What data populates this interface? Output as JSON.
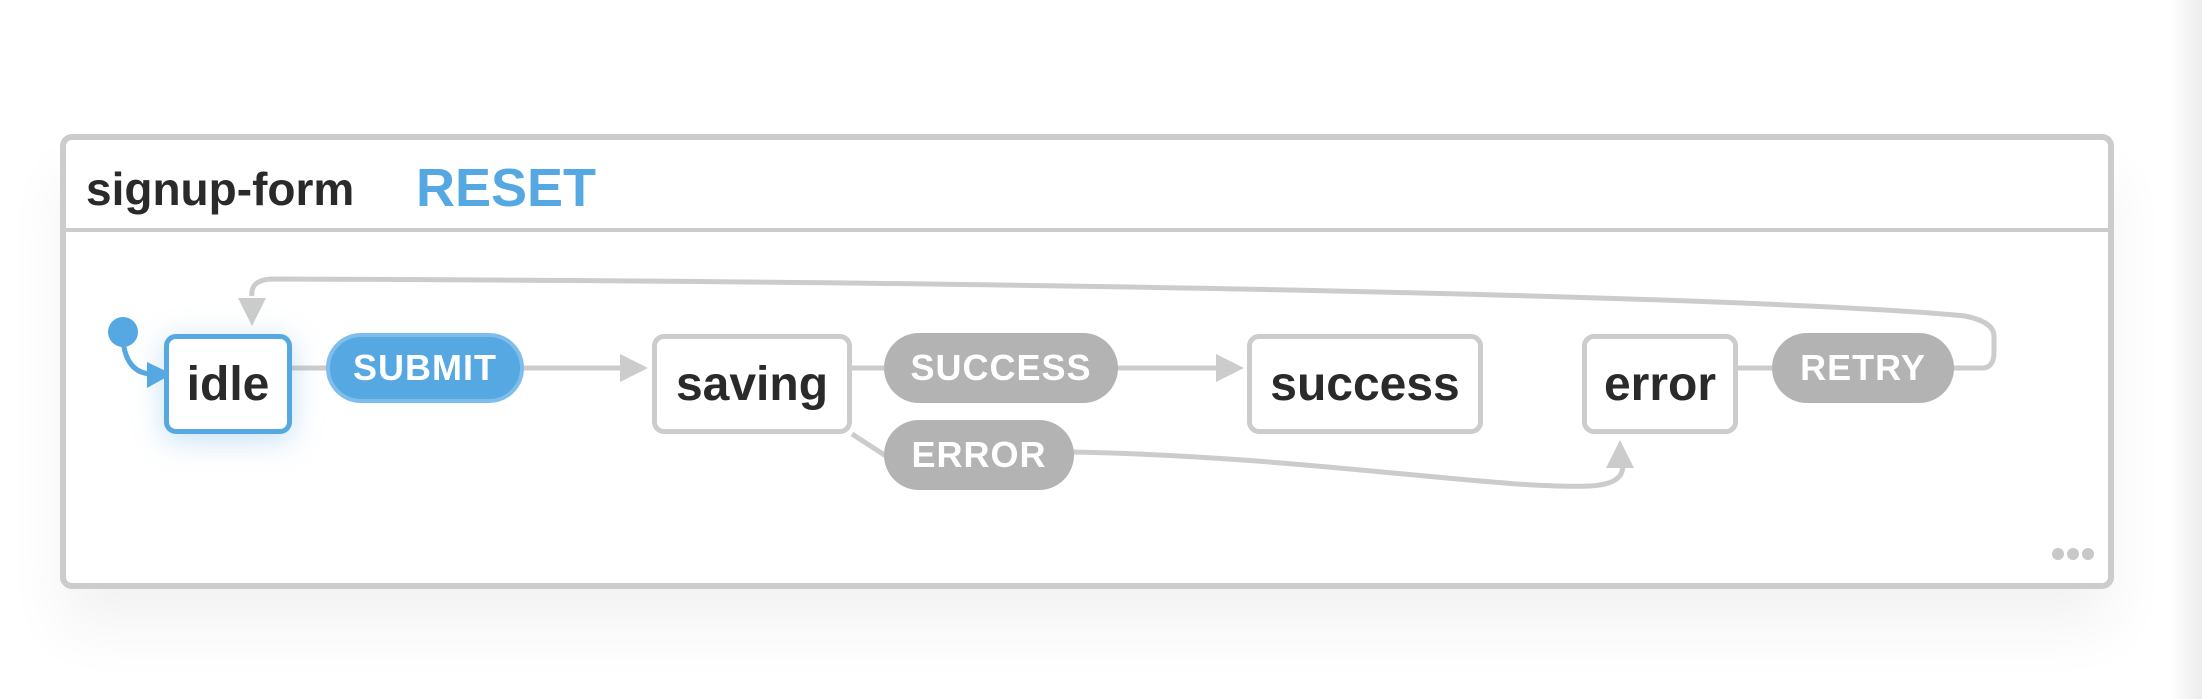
{
  "machine": {
    "title": "signup-form",
    "reset_label": "RESET"
  },
  "states": {
    "idle": "idle",
    "saving": "saving",
    "success": "success",
    "error": "error"
  },
  "events": {
    "submit": "SUBMIT",
    "success": "SUCCESS",
    "error": "ERROR",
    "retry": "RETRY"
  },
  "colors": {
    "accent": "#56a8e2",
    "inactive": "#cccccc",
    "event_inactive": "#b3b3b3"
  },
  "active_state": "idle",
  "icons": {
    "more": "more-dots-icon",
    "initial": "initial-state-dot-icon"
  }
}
